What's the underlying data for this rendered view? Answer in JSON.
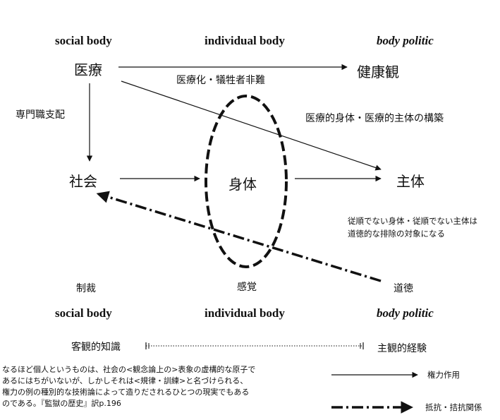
{
  "header": {
    "social": "social body",
    "individual": "individual body",
    "politic": "body politic"
  },
  "footer_header": {
    "social": "social body",
    "individual": "individual body",
    "politic": "body politic"
  },
  "nodes": {
    "medicine": "医療",
    "health_view": "健康観",
    "society": "社会",
    "body": "身体",
    "subject": "主体"
  },
  "labels": {
    "medicalization": "医療化・犠牲者非難",
    "professional": "専門職支配",
    "medical_subject": "医療的身体・医療的主体の構築",
    "disobedient_line1": "従順でない身体・従順でない主体は",
    "disobedient_line2": "道徳的な排除の対象になる",
    "sanction": "制裁",
    "sense": "感覚",
    "morality": "道徳"
  },
  "axis": {
    "objective": "客観的知識",
    "subjective": "主観的経験"
  },
  "quote": {
    "line1": "なるほど個人というものは、社会の<観念論上の>表象の虚構的な原子で",
    "line2": "あるにはちがいないが、しかしそれは<規律・訓練>と名づけられる、",
    "line3": "権力の例の種別的な技術論によって造りだされるひとつの現実でもある",
    "line4": "のである。『監獄の歴史』訳p.196"
  },
  "legend": {
    "power": "権力作用",
    "resistance": "抵抗・拮抗関係"
  },
  "colors": {
    "line": "#111111"
  }
}
